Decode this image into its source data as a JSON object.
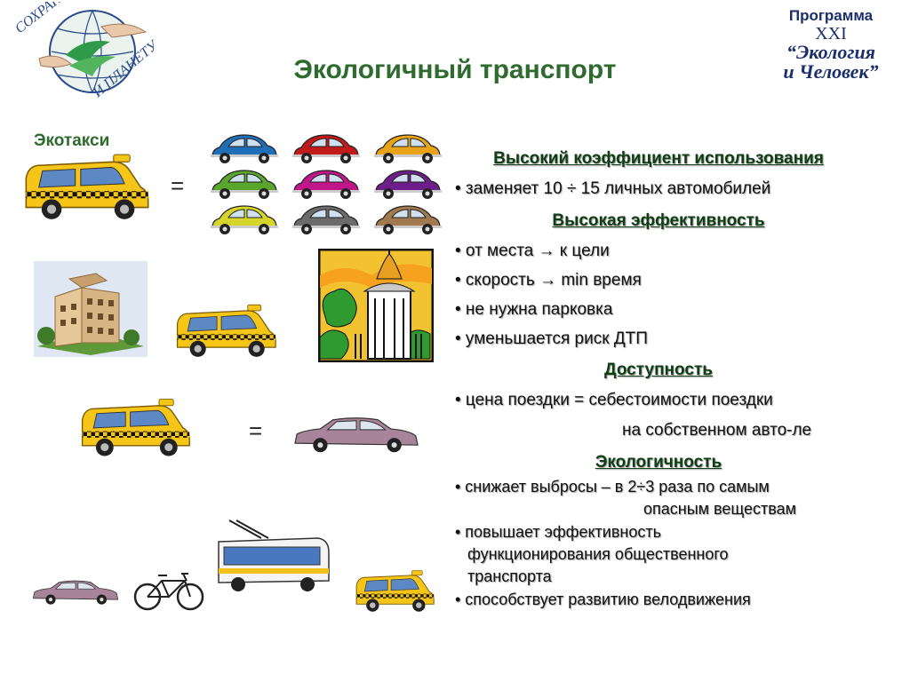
{
  "title": "Экологичный транспорт",
  "logo": {
    "top_text": "СОХРАНИ СЕБЯ",
    "bottom_text": "И ПЛАНЕТУ"
  },
  "program": {
    "line1": "Программа",
    "line2": "XXI",
    "line3": "“Экология",
    "line4": "и Человек”"
  },
  "left": {
    "ekotaksi_label": "Экотакси",
    "equals": "="
  },
  "right": {
    "h1": "Высокий коэффициент использования",
    "h1_b1": "• заменяет 10 ÷ 15 личных автомобилей",
    "h2": "Высокая эффективность",
    "h2_b1": "• от места → к цели",
    "h2_b2": "• скорость → min время",
    "h2_b3": "• не нужна парковка",
    "h2_b4": "• уменьшается риск ДТП",
    "h3": "Доступность",
    "h3_b1": "• цена поездки = себестоимости поездки",
    "h3_b1_cont": "на собственном авто-ле",
    "h4": "Экологичность",
    "h4_b1": "• снижает выбросы – в 2÷3 раза по самым",
    "h4_b1_cont": "опасным веществам",
    "h4_b2": "• повышает эффективность",
    "h4_b2_cont1": "функционирования общественного",
    "h4_b2_cont2": "транспорта",
    "h4_b3": "• способствует развитию велодвижения"
  },
  "colors": {
    "title_green": "#2e6b2e",
    "heading_green": "#0f3d14",
    "program_blue": "#1a2f6b",
    "taxi_yellow": "#f5c518",
    "beetle_colors": [
      "#1e6fb8",
      "#c01a1a",
      "#e8a317",
      "#5aa52b",
      "#c0168a",
      "#6d1e8a",
      "#d6d62a",
      "#6b6b6b",
      "#a07a4e"
    ],
    "sedan": "#a8849a"
  }
}
